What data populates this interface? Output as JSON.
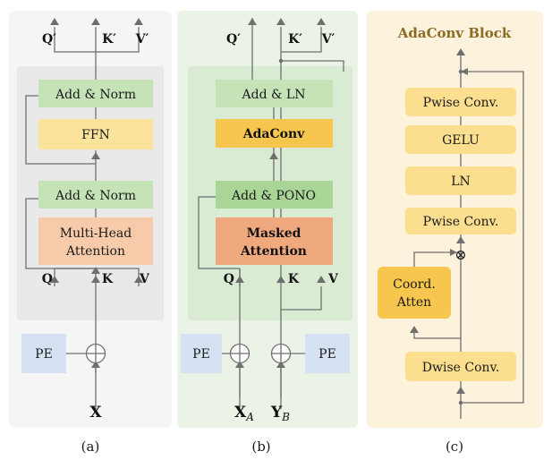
{
  "panel_a": {
    "top_outputs": {
      "q": "Q′",
      "k": "K′",
      "v": "V′"
    },
    "add_norm_top": "Add & Norm",
    "ffn": "FFN",
    "add_norm_bottom": "Add & Norm",
    "attention_line1": "Multi-Head",
    "attention_line2": "Attention",
    "inputs": {
      "q": "Q",
      "k": "K",
      "v": "V"
    },
    "pe": "PE",
    "x": "X",
    "caption": "(a)"
  },
  "panel_b": {
    "top_outputs": {
      "q": "Q′",
      "k": "K′",
      "v": "V′"
    },
    "add_ln": "Add & LN",
    "adaconv": "AdaConv",
    "add_pono": "Add & PONO",
    "attention_line1": "Masked",
    "attention_line2": "Attention",
    "inputs": {
      "q": "Q",
      "k": "K",
      "v": "V"
    },
    "pe_left": "PE",
    "pe_right": "PE",
    "xa_main": "X",
    "xa_sub": "A",
    "yb_main": "Y",
    "yb_sub": "B",
    "caption": "(b)"
  },
  "panel_c": {
    "title": "AdaConv Block",
    "pwise_top": "Pwise Conv.",
    "gelu": "GELU",
    "ln": "LN",
    "pwise_bottom": "Pwise Conv.",
    "multiply_symbol": "⊗",
    "coord_line1": "Coord.",
    "coord_line2": "Atten",
    "dwise": "Dwise Conv.",
    "caption": "(c)"
  },
  "colors": {
    "panel_a_bg": "#f5f5f5",
    "panel_a_inner": "#eaeaea",
    "panel_b_bg": "#eaf3e6",
    "panel_b_inner": "#d9ebd3",
    "panel_c_bg": "#fdf3dc",
    "add_norm_green": "#c6e3b8",
    "ffn_yellow": "#fbe39b",
    "attention_peach": "#f7cbaa",
    "masked_orange": "#f0a87f",
    "adaconv_gold": "#f6c64f",
    "pe_blue": "#d6e2f3",
    "block_yellow": "#fbdf8f",
    "title_brown": "#8b6b22"
  }
}
